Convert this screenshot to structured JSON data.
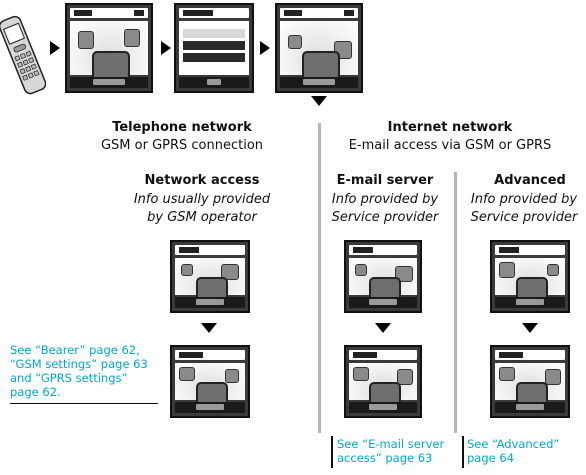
{
  "phone_icon": "mobile-phone-icon",
  "telephone": {
    "title": "Telephone network",
    "subtitle": "GSM or GPRS connection",
    "section_title": "Network access",
    "section_line1": "Info usually provided",
    "section_line2": "by GSM operator",
    "note_lines": [
      "See “Bearer” page 62,",
      "“GSM settings” page 63",
      "and “GPRS settings”",
      "page 62."
    ]
  },
  "internet": {
    "title": "Internet network",
    "subtitle": "E-mail access via GSM or GPRS"
  },
  "email_server": {
    "title": "E-mail server",
    "line1": "Info provided by",
    "line2": "Service provider",
    "note_line1": "See “E-mail server",
    "note_line2": "access” page 63"
  },
  "advanced": {
    "title": "Advanced",
    "line1": "Info provided by",
    "line2": "Service provider",
    "note_line1": "See “Advanced”",
    "note_line2": "page 64"
  },
  "colors": {
    "note_text": "#00a8c8",
    "divider": "#b5b5b5"
  }
}
